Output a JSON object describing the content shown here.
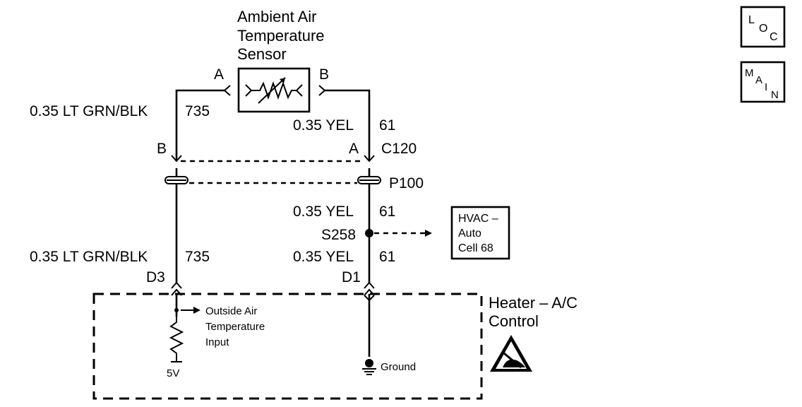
{
  "sensor": {
    "title_lines": [
      "Ambient Air",
      "Temperature",
      "Sensor"
    ],
    "pin_left": "A",
    "pin_right": "B"
  },
  "left_circuit": {
    "wire_upper": "0.35 LT GRN/BLK",
    "circuit_upper": "735",
    "pin_c120": "B",
    "wire_lower": "0.35 LT GRN/BLK",
    "circuit_lower": "735",
    "pin_module": "D3"
  },
  "right_circuit": {
    "wire_upper": "0.35 YEL",
    "circuit_upper": "61",
    "pin_c120": "A",
    "connector_c120": "C120",
    "connector_p100": "P100",
    "wire_mid": "0.35 YEL",
    "circuit_mid": "61",
    "splice": "S258",
    "wire_lower": "0.35 YEL",
    "circuit_lower": "61",
    "pin_module": "D1"
  },
  "hvac_ref": {
    "lines": [
      "HVAC –",
      "Auto",
      "Cell 68"
    ]
  },
  "module": {
    "title_lines": [
      "Heater – A/C",
      "Control"
    ],
    "input_lines": [
      "Outside Air",
      "Temperature",
      "Input"
    ],
    "voltage": "5V",
    "ground": "Ground",
    "esd_icon": "esd-warning-icon"
  },
  "nav": {
    "loc": {
      "l": "L",
      "o": "O",
      "c": "C"
    },
    "main": {
      "m": "M",
      "a": "A",
      "i": "I",
      "n": "N"
    }
  }
}
